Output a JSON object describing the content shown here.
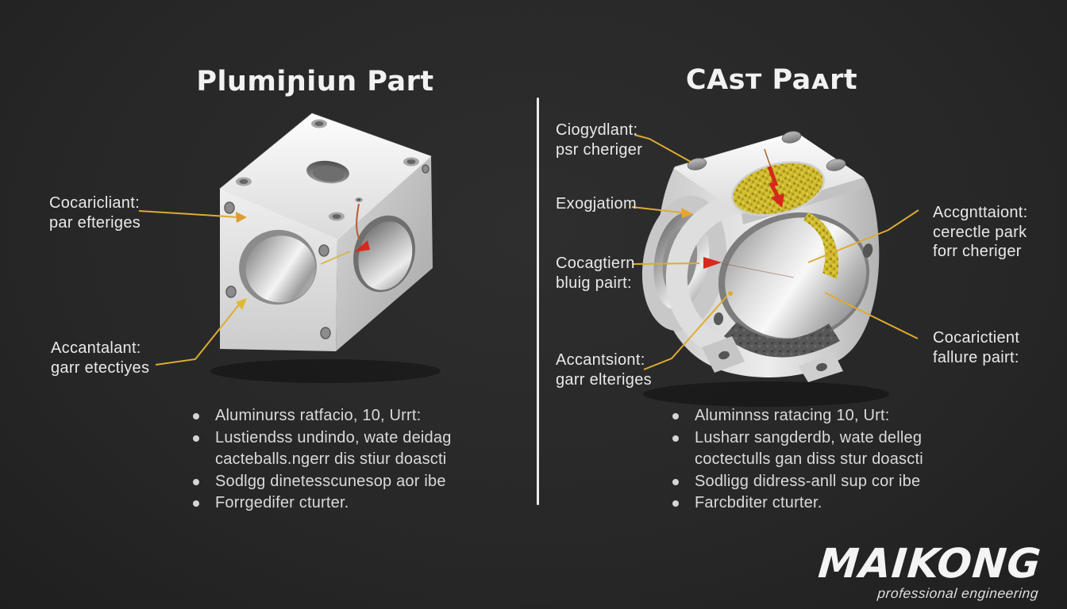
{
  "left": {
    "title": "Plumiɲiun Part",
    "callouts": [
      {
        "lines": [
          "Cocaricliant:",
          "par efteriges"
        ]
      },
      {
        "lines": [
          "Accantalant:",
          "garr etectiyes"
        ]
      }
    ],
    "bullets": [
      "Aluminurss ratfacio, 10, Urrt:",
      "Lustiendss undindo, wate deidag cacteballs.ngerr dis stiur doascti",
      "Sodlgg dinetesscunesop aor ibe",
      "Forrgedifer cturter."
    ]
  },
  "right": {
    "title": "CAsт Paᴀrt",
    "callouts": [
      {
        "lines": [
          "Ciogydlant:",
          "psr cheriger"
        ]
      },
      {
        "lines": [
          "Exogjatiom"
        ]
      },
      {
        "lines": [
          "Cocagtiern",
          "bluig pairt:"
        ]
      },
      {
        "lines": [
          "Accantsiont:",
          "garr elteriges"
        ]
      },
      {
        "lines": [
          "Accgnttaiont:",
          "cerectle park",
          "forr cheriger"
        ]
      },
      {
        "lines": [
          "Cocarictient",
          "fallure pairt:"
        ]
      }
    ],
    "bullets": [
      "Aluminnss ratacing 10, Urt:",
      "Lusharr sangderdb, wate delleg coctectulls gan diss stur doascti",
      "Sodligg didress-anll sup cor ibe",
      "Farcbditer cturter."
    ]
  },
  "logo": {
    "name": "MAIKONG",
    "tagline": "professional engineering"
  },
  "colors": {
    "background": "#282828",
    "leader_yellow": "#ddab32",
    "arrow_red": "#d8281c",
    "foam_yellow": "#cfba2e",
    "text_light": "#e9e9e9",
    "divider": "#ececec"
  }
}
